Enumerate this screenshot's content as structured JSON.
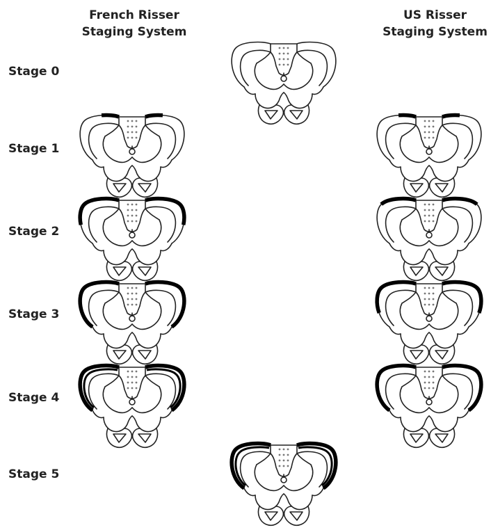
{
  "headers": {
    "french": [
      "French Risser",
      "Staging System"
    ],
    "us": [
      "US Risser",
      "Staging System"
    ]
  },
  "stages": [
    {
      "label": "Stage 0",
      "french": {
        "left": [
          0,
          0
        ],
        "right": [
          0,
          0
        ]
      },
      "us": {
        "left": [
          0,
          0
        ],
        "right": [
          0,
          0
        ]
      },
      "shared": true
    },
    {
      "label": "Stage 1",
      "french": {
        "left": [
          0.78,
          1.0
        ],
        "right": [
          0.78,
          1.0
        ]
      },
      "us": {
        "left": [
          0.78,
          1.0
        ],
        "right": [
          0.78,
          1.0
        ]
      },
      "shared": false
    },
    {
      "label": "Stage 2",
      "french": {
        "left": [
          0.28,
          1.0
        ],
        "right": [
          0.28,
          1.0
        ]
      },
      "us": {
        "left": [
          0.55,
          1.0
        ],
        "right": [
          0.55,
          1.0
        ]
      },
      "shared": false
    },
    {
      "label": "Stage 3",
      "french": {
        "left": [
          0.0,
          1.0
        ],
        "right": [
          0.0,
          1.0
        ]
      },
      "us": {
        "left": [
          0.22,
          1.0
        ],
        "right": [
          0.22,
          1.0
        ]
      },
      "shared": false
    },
    {
      "label": "Stage 4",
      "french": {
        "left": [
          0.0,
          1.0
        ],
        "right": [
          0.0,
          1.0
        ],
        "fused": true
      },
      "us": {
        "left": [
          0.0,
          1.0
        ],
        "right": [
          0.0,
          1.0
        ]
      },
      "shared": false
    },
    {
      "label": "Stage 5",
      "french": {
        "left": [
          0.0,
          1.0
        ],
        "right": [
          0.0,
          1.0
        ],
        "fused": true
      },
      "us": {
        "left": [
          0.0,
          1.0
        ],
        "right": [
          0.0,
          1.0
        ],
        "fused": true
      },
      "shared": true
    }
  ]
}
